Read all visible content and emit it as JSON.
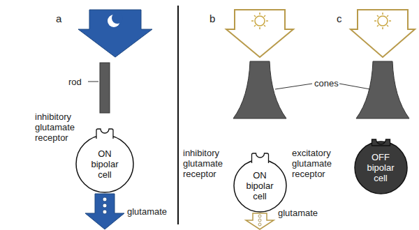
{
  "diagram": {
    "nodes": [
      {
        "text": [
          "ON bipolar cell"
        ]
      },
      {
        "text": [
          "ON bipolar cell"
        ]
      },
      {
        "text": [
          "OFF bipolar cell"
        ]
      }
    ],
    "labels": [
      "a",
      "rod",
      "inhibitory glutamate receptor",
      "glutamate",
      "b",
      "c",
      "cones",
      "inhibitory glutamate receptor",
      "excitatory glutamate receptor",
      "glutamate"
    ]
  }
}
